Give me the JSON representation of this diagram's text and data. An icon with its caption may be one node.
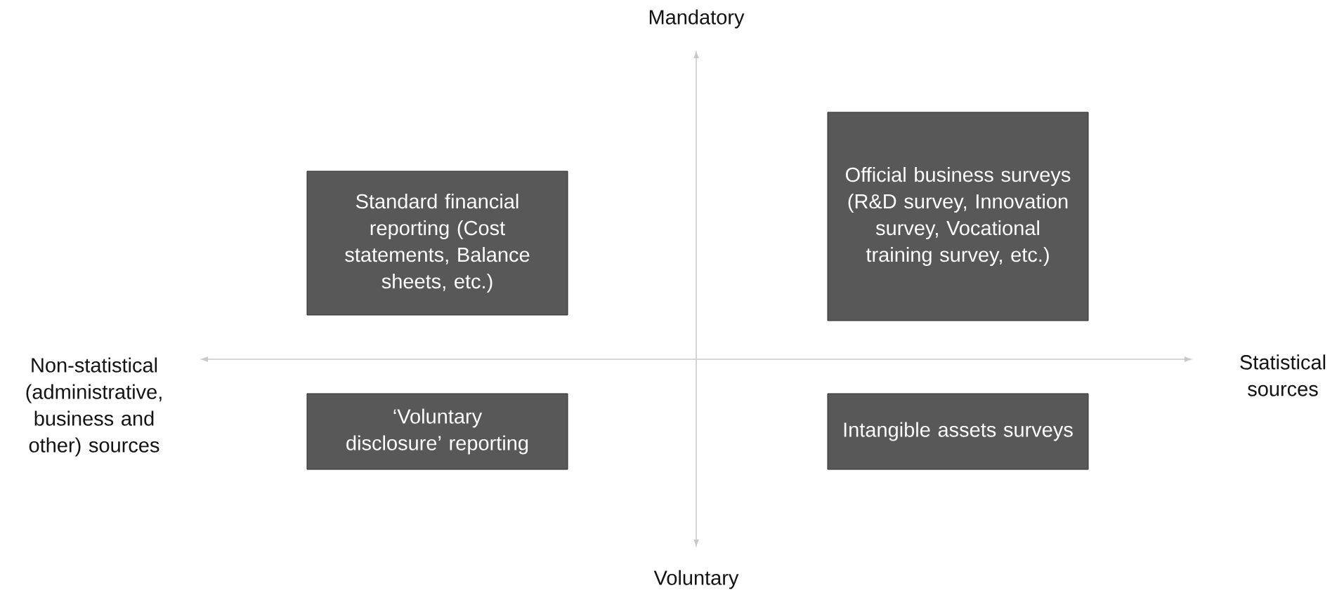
{
  "diagram": {
    "nodes": [
      {
        "text": [
          "Standard financial reporting (Cost statements, Balance sheets, etc.)"
        ]
      },
      {
        "text": [
          "Official business surveys (R&D survey, Innovation survey, Vocational training survey, etc.)"
        ]
      },
      {
        "text": [
          "‘Voluntary disclosure’ reporting"
        ]
      },
      {
        "text": [
          "Intangible assets surveys"
        ]
      }
    ],
    "labels": [
      "Mandatory",
      "Non-statistical (administrative, business and other) sources",
      "Statistical sources",
      "Voluntary"
    ]
  }
}
